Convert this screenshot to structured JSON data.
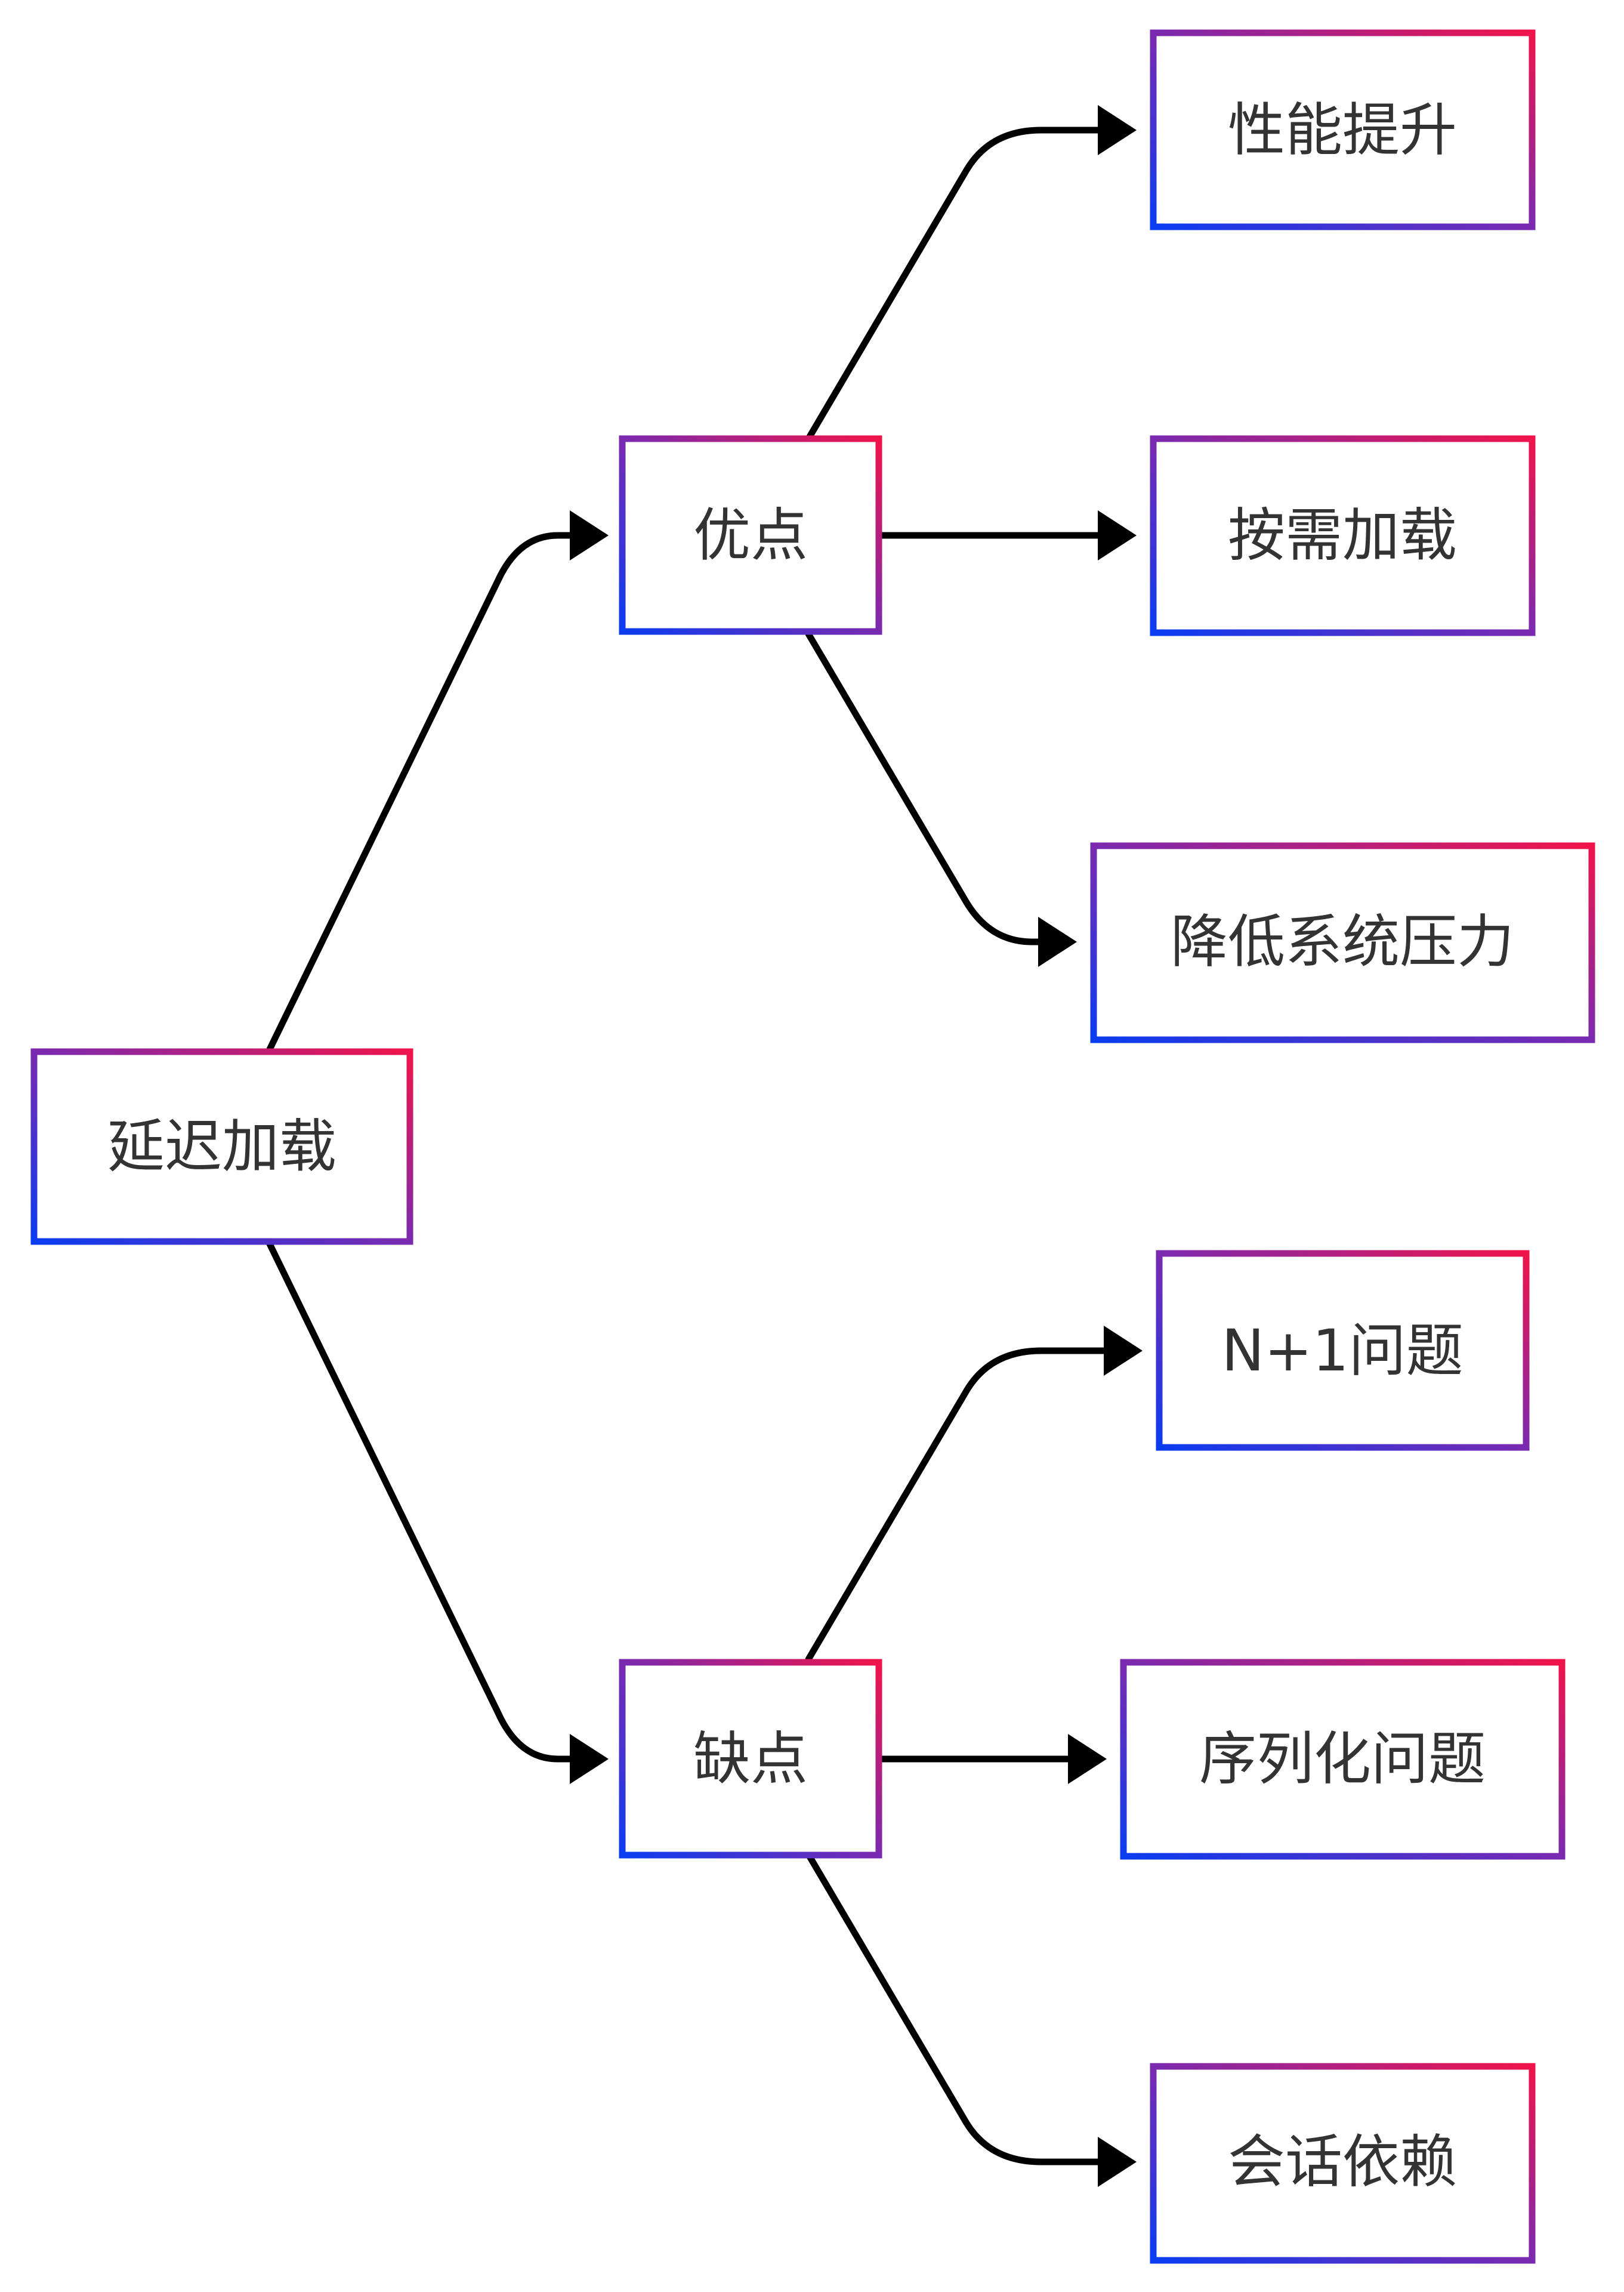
{
  "diagram": {
    "type": "mind-map",
    "root": "延迟加载",
    "nodes": {
      "root": "延迟加载",
      "pros": "优点",
      "cons": "缺点",
      "performance": "性能提升",
      "on_demand": "按需加载",
      "reduce_load": "降低系统压力",
      "n_plus_one": "N+1问题",
      "serialization": "序列化问题",
      "session": "会话依赖"
    },
    "edges": [
      [
        "root",
        "pros"
      ],
      [
        "root",
        "cons"
      ],
      [
        "pros",
        "performance"
      ],
      [
        "pros",
        "on_demand"
      ],
      [
        "pros",
        "reduce_load"
      ],
      [
        "cons",
        "n_plus_one"
      ],
      [
        "cons",
        "serialization"
      ],
      [
        "cons",
        "session"
      ]
    ],
    "colors": {
      "node_border_start": "#0a3cf0",
      "node_border_end": "#f0144a",
      "edge": "#000000",
      "text": "#333333",
      "background": "#ffffff"
    }
  }
}
